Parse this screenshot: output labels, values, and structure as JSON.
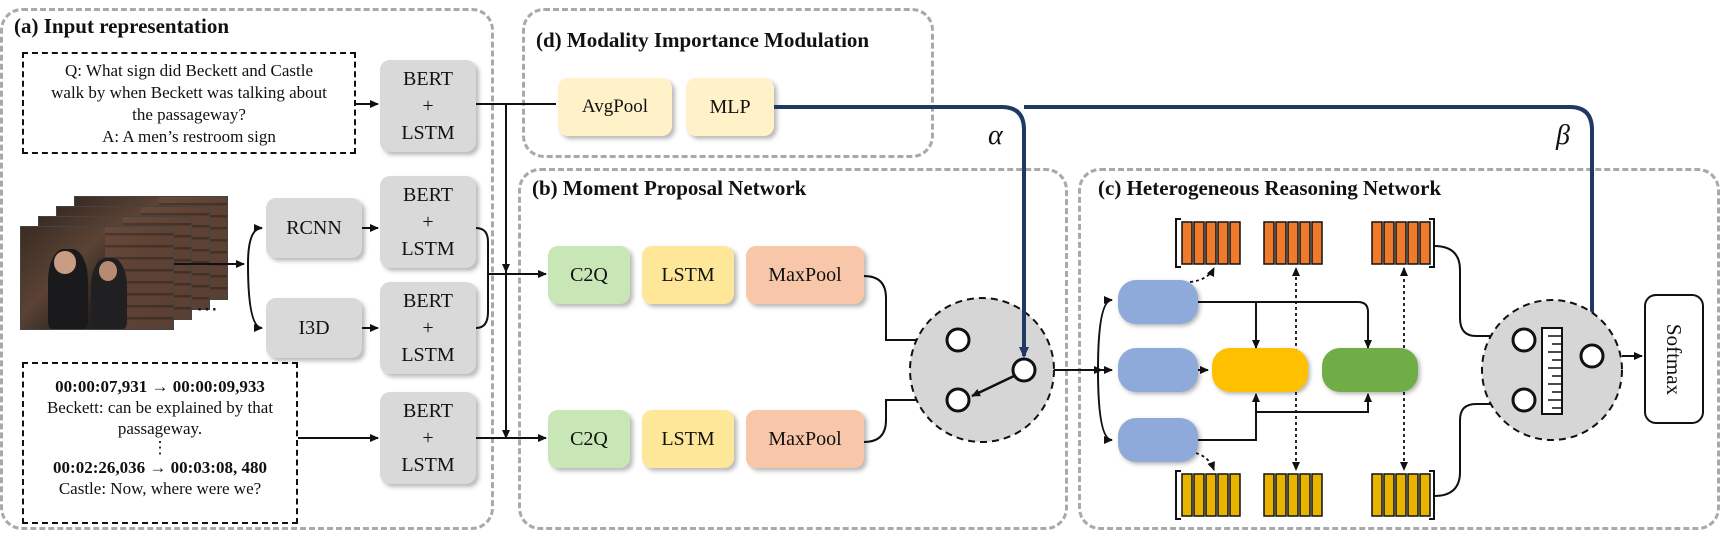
{
  "panels": {
    "a_title": "(a) Input representation",
    "b_title": "(b) Moment Proposal Network",
    "c_title": "(c) Heterogeneous Reasoning Network",
    "d_title": "(d) Modality Importance Modulation"
  },
  "qa": {
    "q_line1": "Q: What sign did Beckett and Castle",
    "q_line2": "walk by when Beckett was talking about",
    "q_line3": "the passageway?",
    "a_line": "A: A men’s restroom sign"
  },
  "subtitle": {
    "ts1": "00:00:07,931 → 00:00:09,933",
    "line1": "Beckett: can be explained by that",
    "line2": "passageway.",
    "ellipsis": "⋮",
    "ts2": "00:02:26,036 → 00:03:08, 480",
    "line3": "Castle: Now, where were we?"
  },
  "video_ellipsis": "⋯",
  "encoder": {
    "l1": "BERT",
    "l2": "+",
    "l3": "LSTM"
  },
  "rcnn": "RCNN",
  "i3d": "I3D",
  "modulation": {
    "avgpool": "AvgPool",
    "mlp": "MLP"
  },
  "proposal": {
    "c2q": "C2Q",
    "lstm": "LSTM",
    "maxpool": "MaxPool"
  },
  "weights": {
    "alpha": "α",
    "beta": "β"
  },
  "softmax": "Softmax",
  "colors": {
    "dark_blue": "#1f3864",
    "orange_feature": "#f07a2c",
    "gold_feature": "#e8b400",
    "node_blue": "#8eaadb",
    "node_gold": "#ffc000",
    "node_green": "#70ad47",
    "gray_box": "#d9d9d9"
  }
}
